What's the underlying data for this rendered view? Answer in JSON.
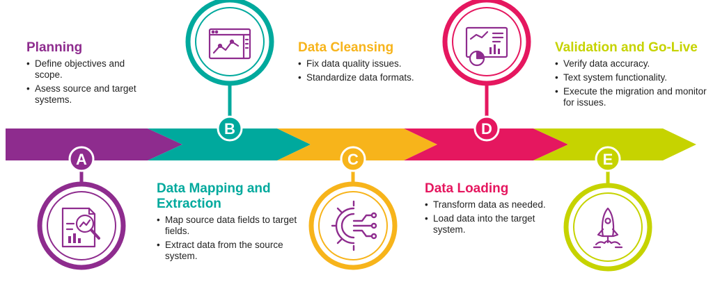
{
  "stages": [
    {
      "id": "A",
      "title": "Planning",
      "color": "#8E2C8E",
      "icon": "report-magnifier-icon",
      "bullets": [
        "Define objectives and scope.",
        "Asess source and target systems."
      ]
    },
    {
      "id": "B",
      "title": "Data Mapping and Extraction",
      "color": "#00A99D",
      "icon": "line-chart-window-icon",
      "bullets": [
        "Map source data fields to target fields.",
        "Extract data from the source system."
      ]
    },
    {
      "id": "C",
      "title": "Data Cleansing",
      "color": "#F7B41B",
      "icon": "gear-circuit-icon",
      "bullets": [
        "Fix data quality issues.",
        "Standardize data formats."
      ]
    },
    {
      "id": "D",
      "title": "Data Loading",
      "color": "#E5175F",
      "icon": "dashboard-charts-icon",
      "bullets": [
        "Transform data as needed.",
        "Load data into the target system."
      ]
    },
    {
      "id": "E",
      "title": "Validation and Go-Live",
      "color": "#C6D300",
      "icon": "rocket-launch-icon",
      "bullets": [
        "Verify data accuracy.",
        "Text system functionality.",
        "Execute the migration and monitor for issues."
      ]
    }
  ]
}
